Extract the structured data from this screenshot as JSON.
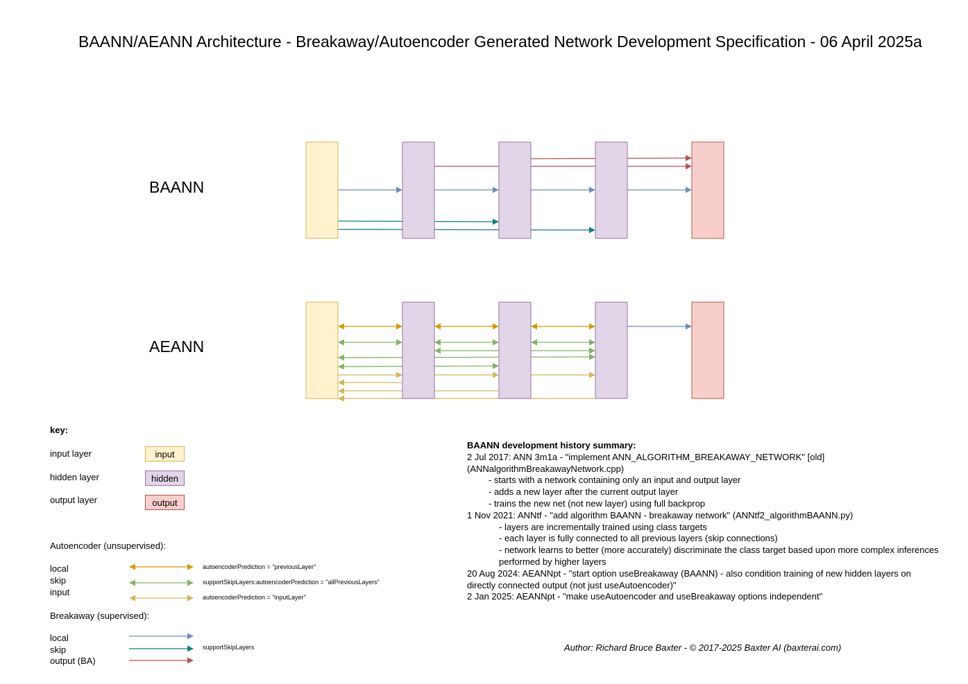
{
  "title": "BAANN/AEANN Architecture - Breakaway/Autoencoder Generated Network Development Specification - 06 April 2025a",
  "networks": {
    "baann_label": "BAANN",
    "aeann_label": "AEANN"
  },
  "colors": {
    "input_fill": "#fff2cc",
    "input_stroke": "#d6b656",
    "hidden_fill": "#e1d5e7",
    "hidden_stroke": "#9673a6",
    "output_fill": "#f8cecc",
    "output_stroke": "#b85450",
    "ae_local": "#d79b00",
    "ae_skip": "#82b366",
    "ae_input": "#d6b656",
    "ba_local": "#6c8ebf",
    "ba_skip": "#0e8088",
    "ba_output": "#b85450"
  },
  "key": {
    "heading": "key:",
    "layers": [
      {
        "label": "input layer",
        "box": "input"
      },
      {
        "label": "hidden layer",
        "box": "hidden"
      },
      {
        "label": "output layer",
        "box": "output"
      }
    ],
    "autoencoder": {
      "heading": "Autoencoder (unsupervised):",
      "rows": [
        {
          "name": "local",
          "note": "autoencoderPrediction = \"previousLayer\""
        },
        {
          "name": "skip",
          "note": "supportSkipLayers:autoencoderPrediction = \"allPreviousLayers\""
        },
        {
          "name": "input",
          "note": "autoencoderPrediction = \"inputLayer\""
        }
      ]
    },
    "breakaway": {
      "heading": "Breakaway (supervised):",
      "rows": [
        {
          "name": "local",
          "note": ""
        },
        {
          "name": "skip",
          "note": "supportSkipLayers"
        },
        {
          "name": "output (BA)",
          "note": ""
        }
      ]
    }
  },
  "history": {
    "heading": "BAANN development history summary:",
    "lines": [
      {
        "indent": 0,
        "text": "2 Jul 2017: ANN 3m1a - \"implement ANN_ALGORITHM_BREAKAWAY_NETWORK\" [old] (ANNalgorithmBreakawayNetwork.cpp)"
      },
      {
        "indent": 1,
        "text": "- starts with a network containing only an input and output layer"
      },
      {
        "indent": 1,
        "text": "- adds a new layer after the current output layer"
      },
      {
        "indent": 1,
        "text": "- trains the new net (not new layer) using full backprop"
      },
      {
        "indent": 0,
        "text": "1 Nov 2021: ANNtf - \"add algorithm BAANN - breakaway network\" (ANNtf2_algorithmBAANN.py)"
      },
      {
        "indent": 2,
        "text": "- layers are incrementally trained using class targets"
      },
      {
        "indent": 2,
        "text": "- each layer is fully connected to all previous layers (skip connections)"
      },
      {
        "indent": 2,
        "text": "- network learns to better (more accurately) discriminate the class target based upon more complex inferences performed by higher layers"
      },
      {
        "indent": 0,
        "text": "20 Aug 2024: AEANNpt - \"start option useBreakaway (BAANN) - also condition training of new hidden layers on directly connected output (not just useAutoencoder)\""
      },
      {
        "indent": 0,
        "text": "2 Jan 2025: AEANNpt - \"make useAutoencoder and useBreakaway options independent\""
      }
    ]
  },
  "author": "Author: Richard Bruce Baxter - © 2017-2025 Baxter AI (baxterai.com)"
}
